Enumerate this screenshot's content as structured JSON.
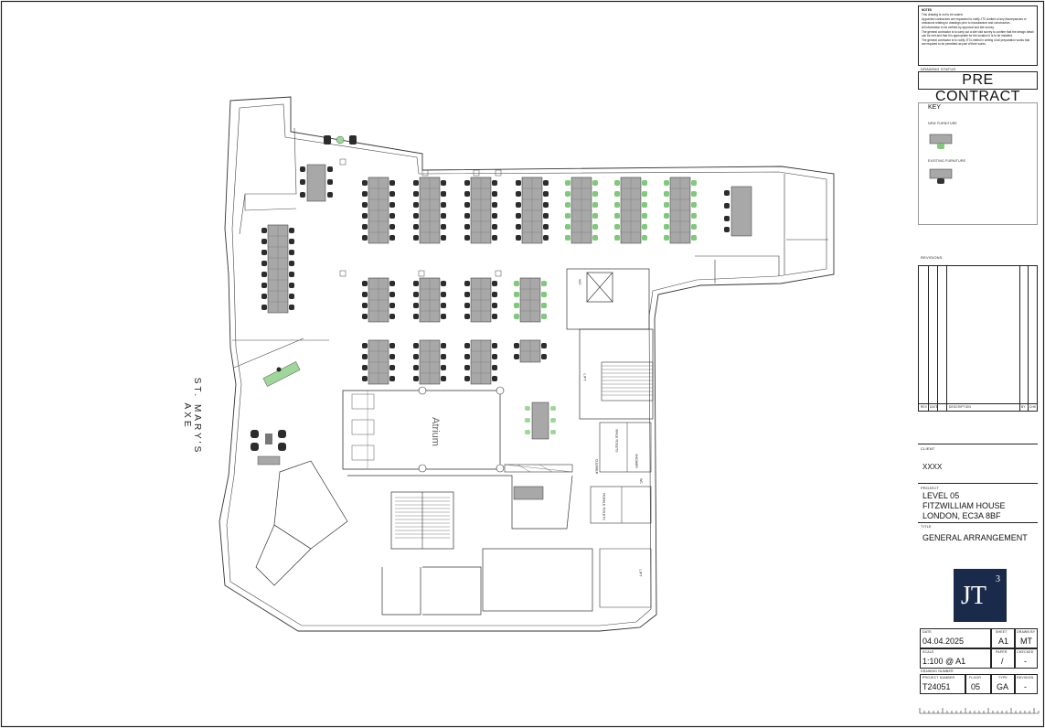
{
  "plan": {
    "street_label": "ST. MARY'S AXE",
    "room_labels": {
      "atrium": "Atrium",
      "lift": "LIFT",
      "wc_left": "WC",
      "wc_right": "WC",
      "lift_east": "LIFT",
      "male": "MALE TOILETS",
      "female": "FEMALE TOILETS",
      "cleaner": "CLEANER",
      "shower": "SHOWER"
    }
  },
  "notes": {
    "heading": "NOTES",
    "lines": [
      "This drawing is not to be scaled.",
      "Appointed contractors are requested to notify JT3 Limited of any discrepancies or omissions relating to drawings prior to manufacture and construction.",
      "All information to be verified by approval and site survey.",
      "The general contractor is to carry out a site visit survey to confirm that the design detail can be met and that it is appropriate for the location it is to be installed.",
      "The general contractor is to notify JT3 Limited in writing of all preparation works that are required to be permitted as part of their works."
    ]
  },
  "drawing_status": {
    "label": "DRAWING STATUS",
    "value": "PRE CONTRACT"
  },
  "key": {
    "title": "KEY",
    "new_furniture": "NEW FURNITURE",
    "existing_furniture": "EXISTING FURNITURE",
    "new_color": "#7fc97a",
    "existing_color": "#333333"
  },
  "revisions": {
    "title": "REVISIONS",
    "columns": [
      "REV",
      "DATE",
      "DESCRIPTION",
      "BY",
      "CHK"
    ]
  },
  "client": {
    "label": "CLIENT",
    "value": "XXXX"
  },
  "project": {
    "label": "PROJECT",
    "lines": [
      "LEVEL 05",
      "FITZWILLIAM HOUSE",
      "LONDON, EC3A 8BF"
    ]
  },
  "title": {
    "label": "TITLE",
    "value": "GENERAL ARRANGEMENT"
  },
  "logo": {
    "text": "JT",
    "sup": "3",
    "color": "#1a2a4a"
  },
  "meta": {
    "date_label": "DATE",
    "date": "04.04.2025",
    "sheet_label": "SHEET",
    "sheet": "A1",
    "drawn_label": "DRAWN BY",
    "drawn": "MT",
    "scale_label": "SCALE",
    "scale": "1:100 @ A1",
    "paper_label": "PAPER",
    "paper": "/",
    "checked_label": "CHECKED",
    "checked": "-",
    "drawing_number_label": "DRAWING NUMBER",
    "project_number_label": "PROJECT NUMBER",
    "project_number": "T24051",
    "floor_label": "FLOOR",
    "floor": "05",
    "type_label": "TYPE",
    "type": "GA",
    "revision_label": "REVISION",
    "revision": "-"
  }
}
